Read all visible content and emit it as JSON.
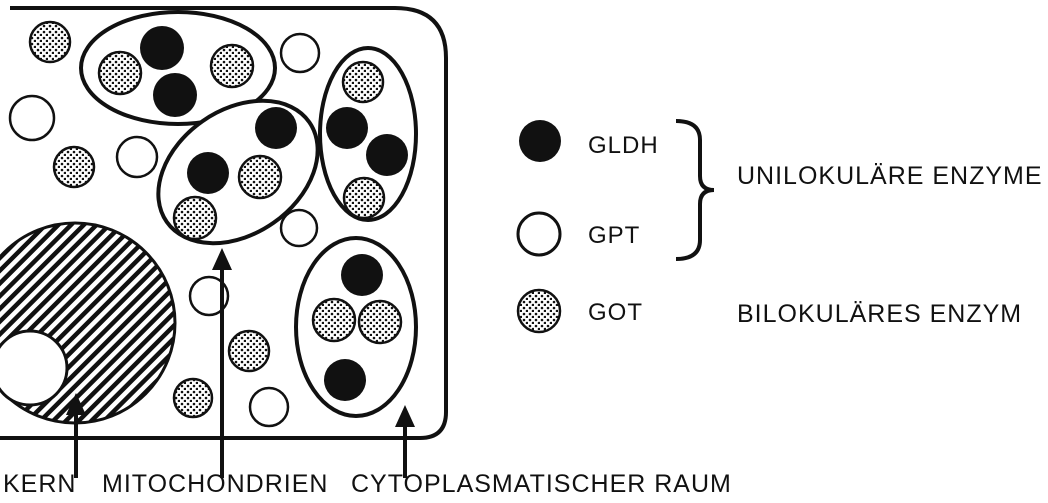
{
  "bottom_labels": {
    "kern": "KERN",
    "mitochondrien": "MITOCHONDRIEN",
    "cytoplasma": "CYTOPLASMATISCHER RAUM"
  },
  "legend": {
    "gldh": "GLDH",
    "gpt": "GPT",
    "got": "GOT",
    "unilokulaer": "UNILOKULÄRE ENZYME",
    "bilokulaer": "BILOKULÄRES ENZYM"
  },
  "colors": {
    "ink": "#111111",
    "background": "#ffffff"
  }
}
